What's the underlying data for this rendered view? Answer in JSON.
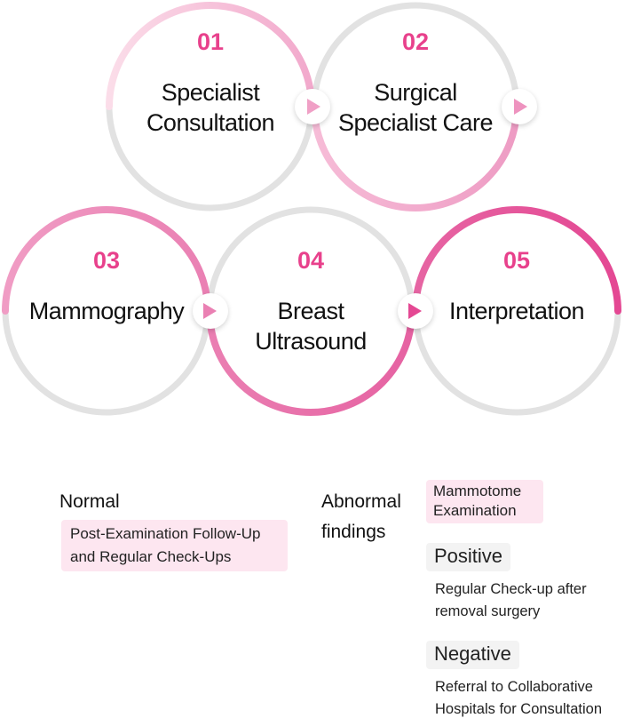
{
  "steps": [
    {
      "number": "01",
      "title": "Specialist Consultation",
      "arc_color": "#f4b5d2"
    },
    {
      "number": "02",
      "title": "Surgical Specialist Care",
      "arc_color": "#f2a8cb"
    },
    {
      "number": "03",
      "title": "Mammography",
      "arc_color": "#ec89b8"
    },
    {
      "number": "04",
      "title": "Breast Ultrasound",
      "arc_color": "#e871aa"
    },
    {
      "number": "05",
      "title": "Interpretation",
      "arc_color": "#e44f96"
    }
  ],
  "outcomes": {
    "normal": {
      "label": "Normal",
      "action": "Post-Examination Follow-Up and Regular Check-Ups"
    },
    "abnormal": {
      "label": "Abnormal findings",
      "exam": "Mammotome Examination",
      "positive": {
        "label": "Positive",
        "action": "Regular Check-up after removal surgery"
      },
      "negative": {
        "label": "Negative",
        "action": "Referral to Collaborative Hospitals for Consultation"
      }
    }
  },
  "colors": {
    "accent": "#e8418c",
    "track": "#e2e2e2",
    "pink_box": "#fde6f0",
    "gray_box": "#f3f3f3"
  }
}
